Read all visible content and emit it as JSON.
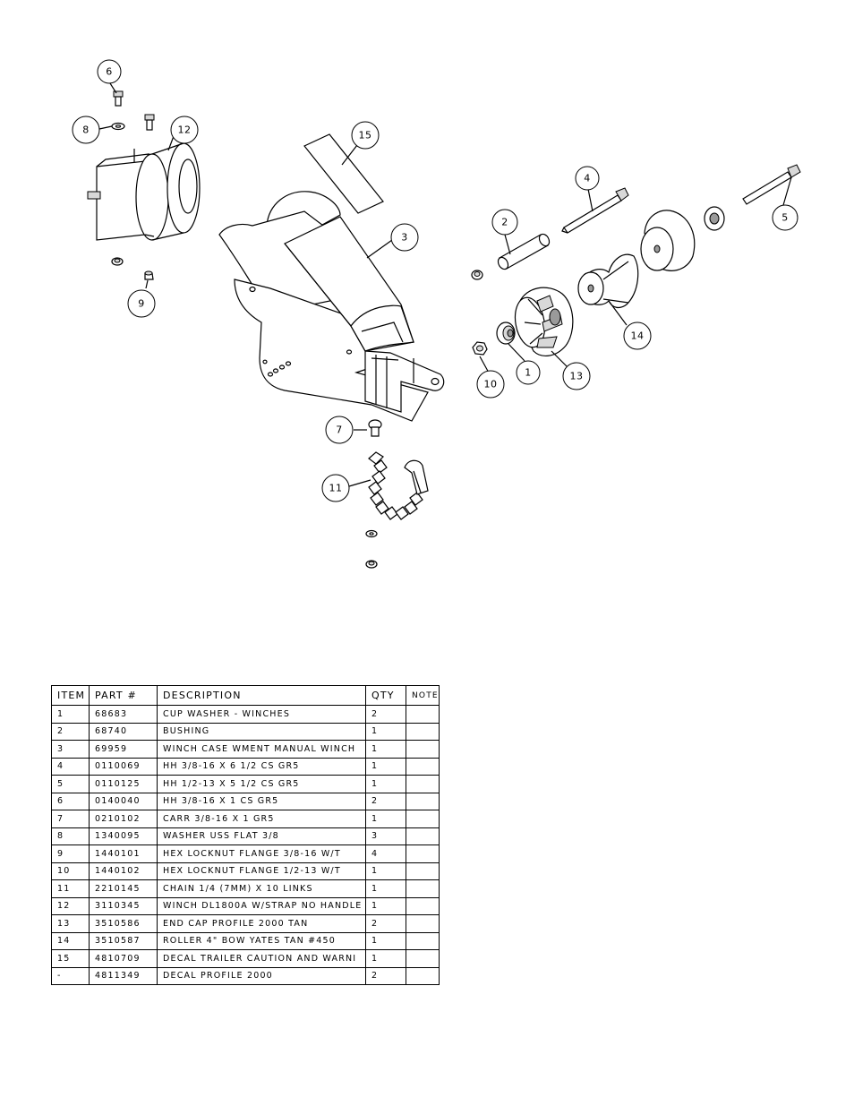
{
  "callouts": [
    {
      "label": "6"
    },
    {
      "label": "8"
    },
    {
      "label": "12"
    },
    {
      "label": "9"
    },
    {
      "label": "15"
    },
    {
      "label": "3"
    },
    {
      "label": "4"
    },
    {
      "label": "2"
    },
    {
      "label": "5"
    },
    {
      "label": "14"
    },
    {
      "label": "10"
    },
    {
      "label": "1"
    },
    {
      "label": "13"
    },
    {
      "label": "7"
    },
    {
      "label": "11"
    }
  ],
  "bom": {
    "headers": {
      "item": "ITEM",
      "part": "PART #",
      "description": "DESCRIPTION",
      "qty": "QTY",
      "note": "NOTE"
    },
    "rows": [
      {
        "item": "1",
        "part": "68683",
        "description": "CUP WASHER - WINCHES",
        "qty": "2",
        "note": ""
      },
      {
        "item": "2",
        "part": "68740",
        "description": "BUSHING",
        "qty": "1",
        "note": ""
      },
      {
        "item": "3",
        "part": "69959",
        "description": "WINCH CASE WMENT MANUAL WINCH",
        "qty": "1",
        "note": ""
      },
      {
        "item": "4",
        "part": "0110069",
        "description": "HH 3/8-16 X 6 1/2 CS GR5",
        "qty": "1",
        "note": ""
      },
      {
        "item": "5",
        "part": "0110125",
        "description": "HH 1/2-13 X 5 1/2 CS GR5",
        "qty": "1",
        "note": ""
      },
      {
        "item": "6",
        "part": "0140040",
        "description": "HH 3/8-16 X 1 CS GR5",
        "qty": "2",
        "note": ""
      },
      {
        "item": "7",
        "part": "0210102",
        "description": "CARR 3/8-16 X 1 GR5",
        "qty": "1",
        "note": ""
      },
      {
        "item": "8",
        "part": "1340095",
        "description": "WASHER USS FLAT 3/8",
        "qty": "3",
        "note": ""
      },
      {
        "item": "9",
        "part": "1440101",
        "description": "HEX LOCKNUT FLANGE 3/8-16 W/T",
        "qty": "4",
        "note": ""
      },
      {
        "item": "10",
        "part": "1440102",
        "description": "HEX LOCKNUT FLANGE 1/2-13 W/T",
        "qty": "1",
        "note": ""
      },
      {
        "item": "11",
        "part": "2210145",
        "description": "CHAIN 1/4 (7MM) X 10 LINKS",
        "qty": "1",
        "note": ""
      },
      {
        "item": "12",
        "part": "3110345",
        "description": "WINCH DL1800A W/STRAP  NO HANDLE",
        "qty": "1",
        "note": ""
      },
      {
        "item": "13",
        "part": "3510586",
        "description": "END CAP PROFILE 2000 TAN",
        "qty": "2",
        "note": ""
      },
      {
        "item": "14",
        "part": "3510587",
        "description": "ROLLER 4\" BOW YATES TAN #450",
        "qty": "1",
        "note": ""
      },
      {
        "item": "15",
        "part": "4810709",
        "description": "DECAL TRAILER CAUTION AND WARNI",
        "qty": "1",
        "note": ""
      },
      {
        "item": "-",
        "part": "4811349",
        "description": "DECAL PROFILE 2000",
        "qty": "2",
        "note": ""
      }
    ]
  }
}
